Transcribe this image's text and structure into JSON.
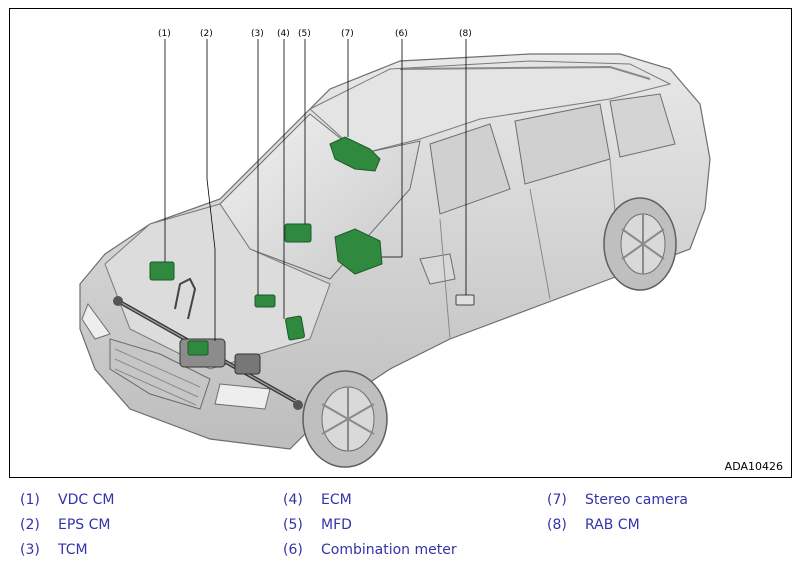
{
  "figure_code": "ADA10426",
  "callouts": [
    "(1)",
    "(2)",
    "(3)",
    "(4)",
    "(5)",
    "(7)",
    "(6)",
    "(8)"
  ],
  "legend": [
    {
      "num": "(1)",
      "label": "VDC CM"
    },
    {
      "num": "(2)",
      "label": "EPS CM"
    },
    {
      "num": "(3)",
      "label": "TCM"
    },
    {
      "num": "(4)",
      "label": "ECM"
    },
    {
      "num": "(5)",
      "label": "MFD"
    },
    {
      "num": "(6)",
      "label": "Combination meter"
    },
    {
      "num": "(7)",
      "label": "Stereo camera"
    },
    {
      "num": "(8)",
      "label": "RAB CM"
    }
  ],
  "colors": {
    "legend_text": "#3333aa",
    "module_green": "#2f8a3f",
    "car_body": "#d6d6d6",
    "car_outline": "#6e6e6e"
  }
}
